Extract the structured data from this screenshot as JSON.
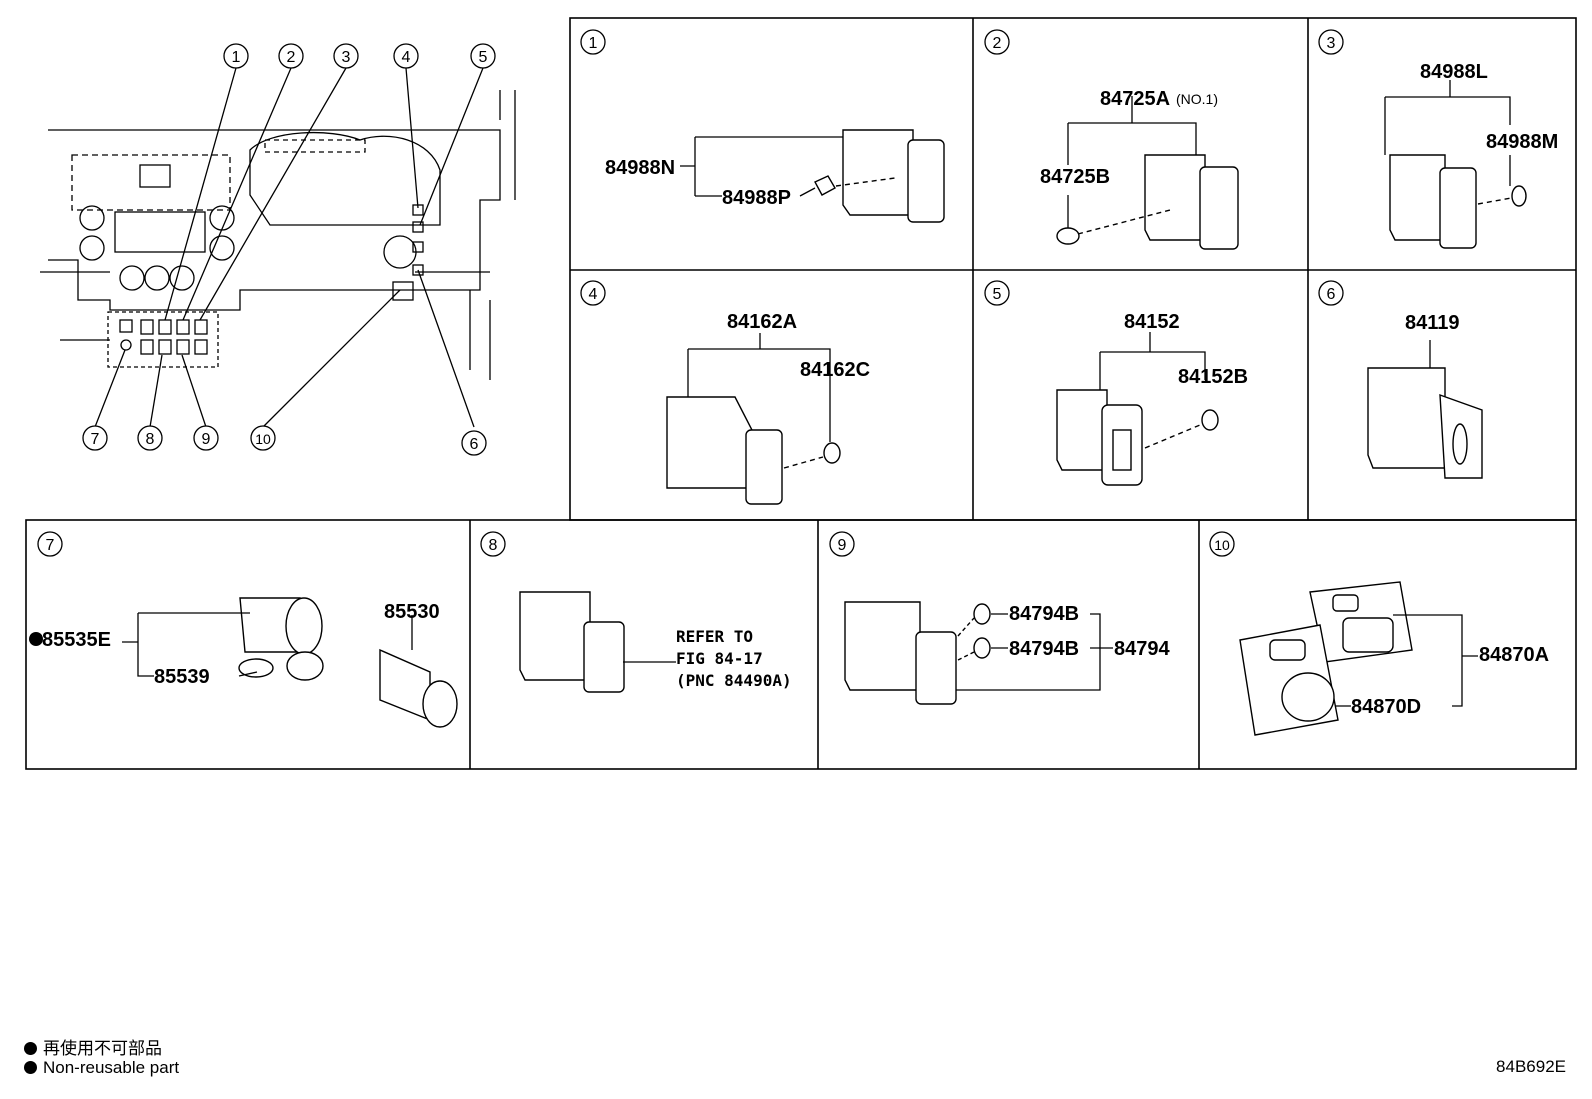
{
  "index_labels": [
    "1",
    "2",
    "3",
    "4",
    "5",
    "6",
    "7",
    "8",
    "9",
    "10"
  ],
  "panels": {
    "p1": {
      "index": "1",
      "parts": [
        "84988N",
        "84988P"
      ]
    },
    "p2": {
      "index": "2",
      "parts": [
        "84725A",
        "84725B"
      ],
      "note": "(NO.1)"
    },
    "p3": {
      "index": "3",
      "parts": [
        "84988L",
        "84988M"
      ]
    },
    "p4": {
      "index": "4",
      "parts": [
        "84162A",
        "84162C"
      ]
    },
    "p5": {
      "index": "5",
      "parts": [
        "84152",
        "84152B"
      ]
    },
    "p6": {
      "index": "6",
      "parts": [
        "84119"
      ]
    },
    "p7": {
      "index": "7",
      "parts": [
        "85535E",
        "85539",
        "85530"
      ]
    },
    "p8": {
      "index": "8",
      "refer": [
        "REFER TO",
        "FIG 84-17",
        "(PNC 84490A)"
      ]
    },
    "p9": {
      "index": "9",
      "parts": [
        "84794B",
        "84794B",
        "84794"
      ]
    },
    "p10": {
      "index": "10",
      "parts": [
        "84870A",
        "84870D"
      ]
    }
  },
  "legend": {
    "jp": "再使用不可部品",
    "en": "Non-reusable part"
  },
  "figure_code": "84B692E"
}
